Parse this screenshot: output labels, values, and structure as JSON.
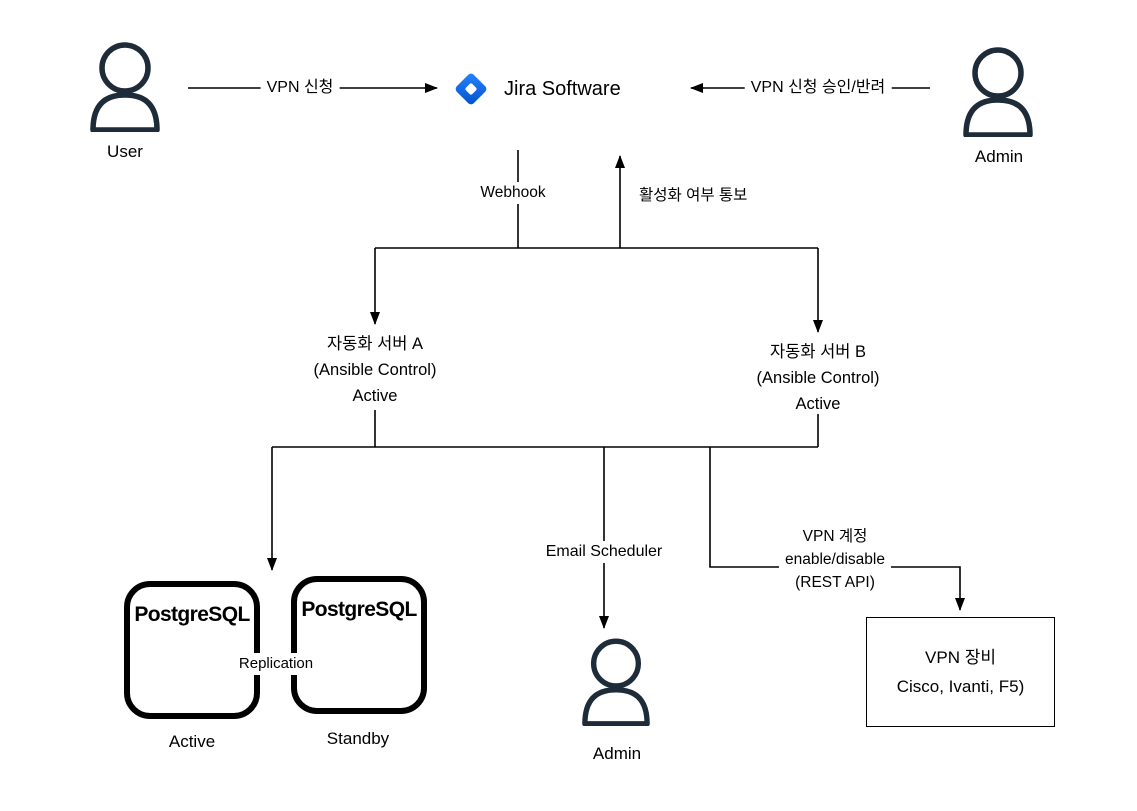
{
  "colors": {
    "background": "#ffffff",
    "line": "#000000",
    "text": "#000000",
    "icon": "#1e2b38",
    "jira_blue": "#2684FF",
    "jira_blue_dark": "#0052CC"
  },
  "actors": {
    "user_top": {
      "label": "User"
    },
    "admin_top": {
      "label": "Admin"
    },
    "admin_bottom": {
      "label": "Admin"
    }
  },
  "jira": {
    "label": "Jira Software"
  },
  "servers": {
    "a": {
      "title": "자동화 서버 A",
      "subtitle": "(Ansible Control)",
      "status": "Active"
    },
    "b": {
      "title": "자동화 서버 B",
      "subtitle": "(Ansible Control)",
      "status": "Active"
    }
  },
  "databases": {
    "primary": {
      "logo_text": "PostgreSQL",
      "label": "Active"
    },
    "standby": {
      "logo_text": "PostgreSQL",
      "label": "Standby"
    },
    "replication_label": "Replication"
  },
  "vpn_device": {
    "line1": "VPN 장비",
    "line2": "Cisco, Ivanti, F5)"
  },
  "edges": {
    "user_to_jira": "VPN 신청",
    "admin_to_jira": "VPN 신청 승인/반려",
    "webhook": "Webhook",
    "activation_notice": "활성화 여부 통보",
    "email_scheduler": "Email Scheduler",
    "vpn_account_line1": "VPN 계정",
    "vpn_account_line2": "enable/disable",
    "vpn_account_line3": "(REST API)"
  }
}
